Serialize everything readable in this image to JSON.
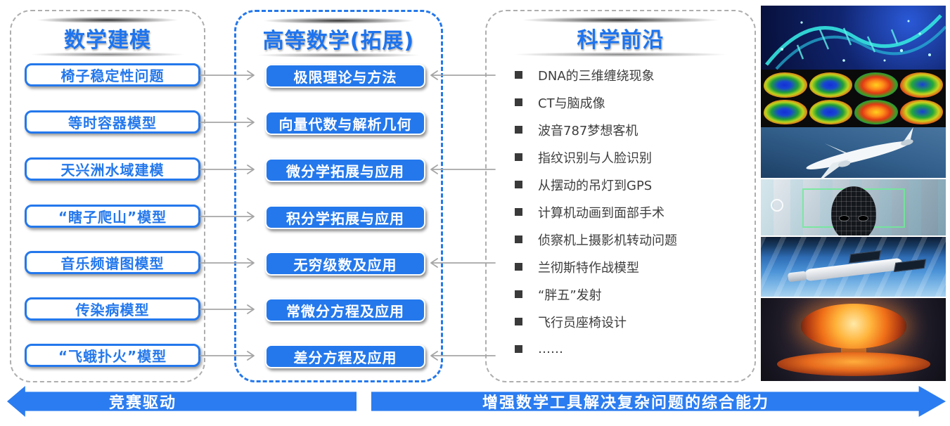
{
  "colors": {
    "accent_blue": "#2478EC",
    "panel_dash_gray": "#AEAEAE",
    "bullet_text": "#3E3E3E",
    "banner_text": "#FFFFFF"
  },
  "columns": {
    "modeling": {
      "title": "数学建模",
      "items": [
        "椅子稳定性问题",
        "等时容器模型",
        "天兴洲水域建模",
        "“瞎子爬山”模型",
        "音乐频谱图模型",
        "传染病模型",
        "“飞蛾扑火”模型"
      ]
    },
    "math": {
      "title": "高等数学(拓展)",
      "items": [
        "极限理论与方法",
        "向量代数与解析几何",
        "微分学拓展与应用",
        "积分学拓展与应用",
        "无穷级数及应用",
        "常微分方程及应用",
        "差分方程及应用"
      ]
    },
    "frontier": {
      "title": "科学前沿",
      "items": [
        "DNA的三维缠绕现象",
        "CT与脑成像",
        "波音787梦想客机",
        "指纹识别与人脸识别",
        "从摆动的吊灯到GPS",
        "计算机动画到面部手术",
        "侦察机上摄影机转动问题",
        "兰彻斯特作战模型",
        "“胖五”发射",
        "飞行员座椅设计",
        "……"
      ]
    }
  },
  "connections": {
    "left_to_middle_rows": [
      1,
      2,
      3,
      4,
      5,
      6,
      7
    ],
    "right_to_middle_rows": [
      1,
      3,
      5,
      7
    ]
  },
  "banners": {
    "left": "竞赛驱动",
    "right": "增强数学工具解决复杂问题的综合能力"
  },
  "images": [
    "dna-helix",
    "brain-ct-scans",
    "boeing-787-airliner",
    "face-recognition",
    "space-station-earth",
    "nuclear-explosion"
  ]
}
